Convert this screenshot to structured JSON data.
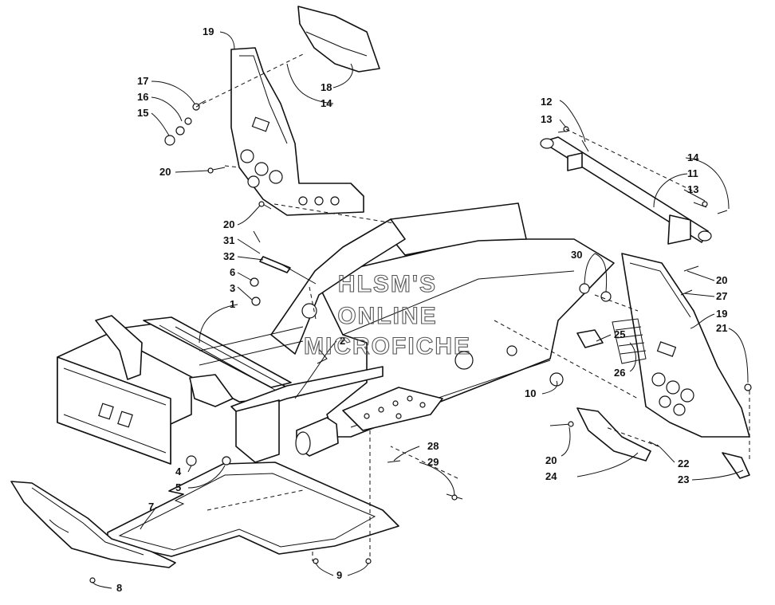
{
  "watermark": [
    "HLSM'S",
    "ONLINE",
    "MICROFICHE"
  ],
  "callouts": [
    "19",
    "17",
    "16",
    "15",
    "18",
    "14",
    "20",
    "20",
    "31",
    "32",
    "6",
    "3",
    "1",
    "2",
    "4",
    "5",
    "7",
    "8",
    "9",
    "28",
    "29",
    "10",
    "12",
    "13",
    "14",
    "11",
    "13",
    "30",
    "20",
    "27",
    "19",
    "21",
    "25",
    "26",
    "20",
    "24",
    "22",
    "23"
  ]
}
